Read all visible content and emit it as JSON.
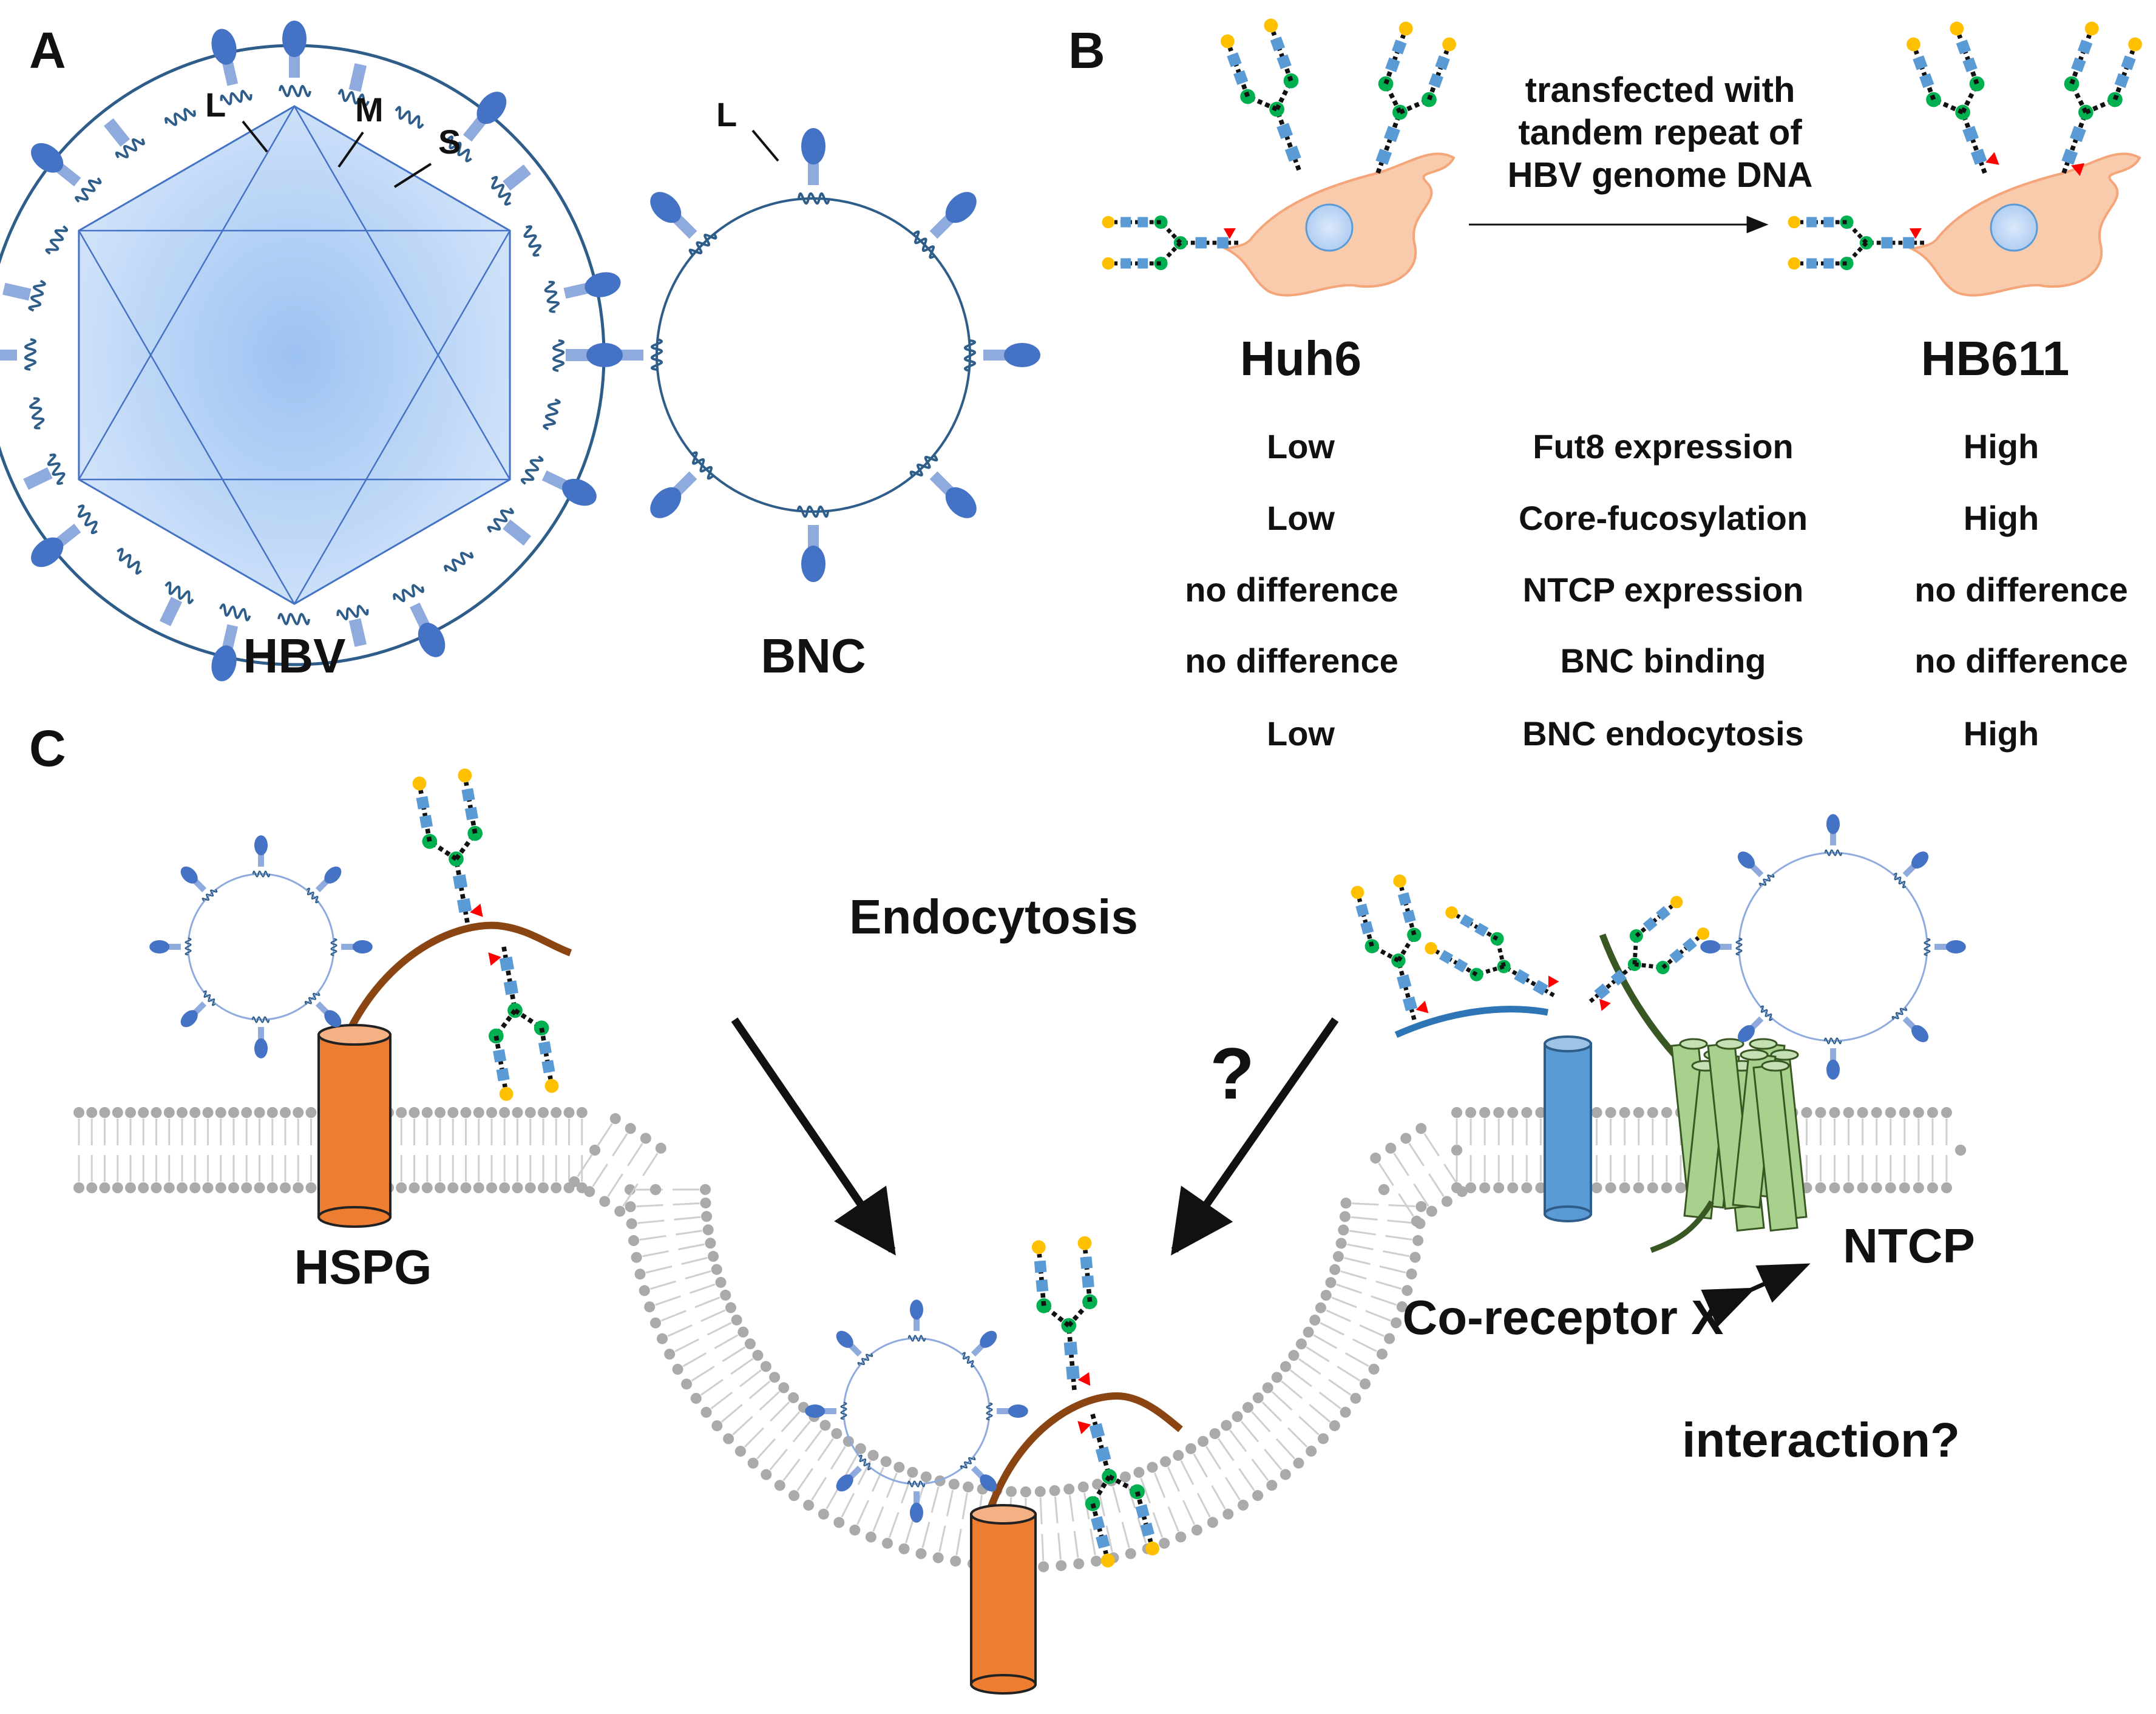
{
  "panels": {
    "a": "A",
    "b": "B",
    "c": "C"
  },
  "panel_a": {
    "hbv_label": "HBV",
    "bnc_label": "BNC",
    "protein_labels": {
      "l": "L",
      "m": "M",
      "s": "S",
      "bnc_l": "L"
    }
  },
  "panel_b": {
    "arrow_text": [
      "transfected with",
      "tandem repeat of",
      "HBV genome DNA"
    ],
    "left_cell": "Huh6",
    "right_cell": "HB611",
    "rows": [
      {
        "left": "Low",
        "feature": "Fut8 expression",
        "right": "High"
      },
      {
        "left": "Low",
        "feature": "Core-fucosylation",
        "right": "High"
      },
      {
        "left": "no difference",
        "feature": "NTCP expression",
        "right": "no difference"
      },
      {
        "left": "no difference",
        "feature": "BNC binding",
        "right": "no difference"
      },
      {
        "left": "Low",
        "feature": "BNC endocytosis",
        "right": "High"
      }
    ]
  },
  "panel_c": {
    "endocytosis": "Endocytosis",
    "question": "?",
    "hspg": "HSPG",
    "ntcp": "NTCP",
    "coreceptor": "Co-receptor X",
    "interaction": "interaction?"
  },
  "colors": {
    "low": "#5b9bd5",
    "high": "#ff0000",
    "neutral": "#111111",
    "hspg_orange": "#ed7d31",
    "ntcp_green": "#a9d18e",
    "coreceptor_blue": "#5b9bd5",
    "protein_dark": "#4472c4",
    "protein_light": "#8faadc",
    "cell_fill": "#f8cbad",
    "glycan_blue": "#5b9bd5",
    "glycan_green": "#00b050",
    "glycan_yellow": "#ffc000",
    "fucose_red": "#ff0000",
    "membrane_grey": "#aaaaaa"
  }
}
